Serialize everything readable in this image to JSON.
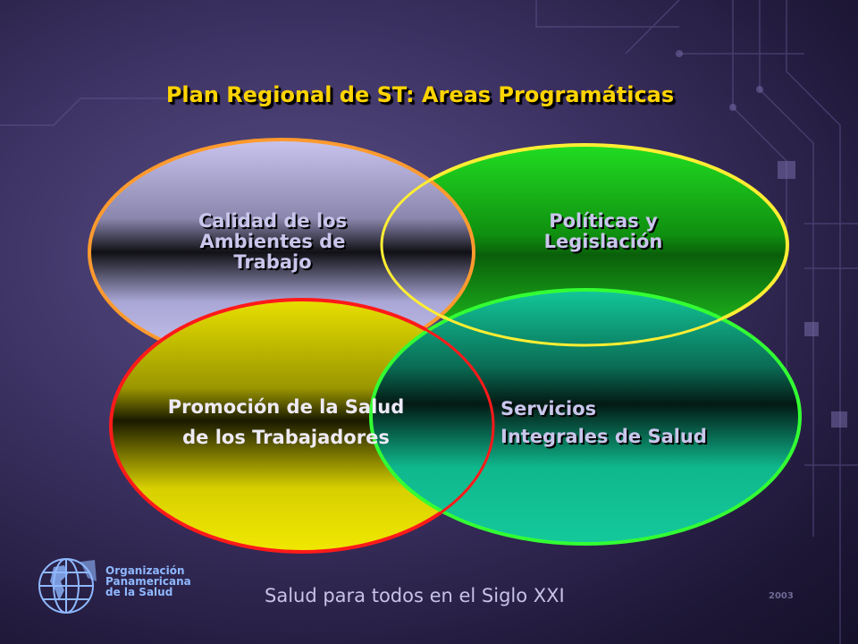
{
  "title": "Plan Regional de ST:  Areas Programáticas",
  "areas": {
    "calidad": [
      "Calidad de los",
      "Ambientes de",
      "Trabajo"
    ],
    "politicas": [
      "Políticas y",
      "Legislación"
    ],
    "promocion": [
      "Promoción de la Salud",
      "de los Trabajadores"
    ],
    "servicios": [
      "Servicios",
      "Integrales de Salud"
    ]
  },
  "colors": {
    "title": "#ffd400",
    "calidad_border": "#ff9a2e",
    "politicas_border": "#ffee33",
    "promocion_border": "#ff1a1a",
    "servicios_border": "#33ff33"
  },
  "organization": [
    "Organización",
    "Panamericana",
    "de la Salud"
  ],
  "logo_icon": "globe-icon",
  "tagline": "Salud para todos en el Siglo XXI",
  "year": "2003"
}
